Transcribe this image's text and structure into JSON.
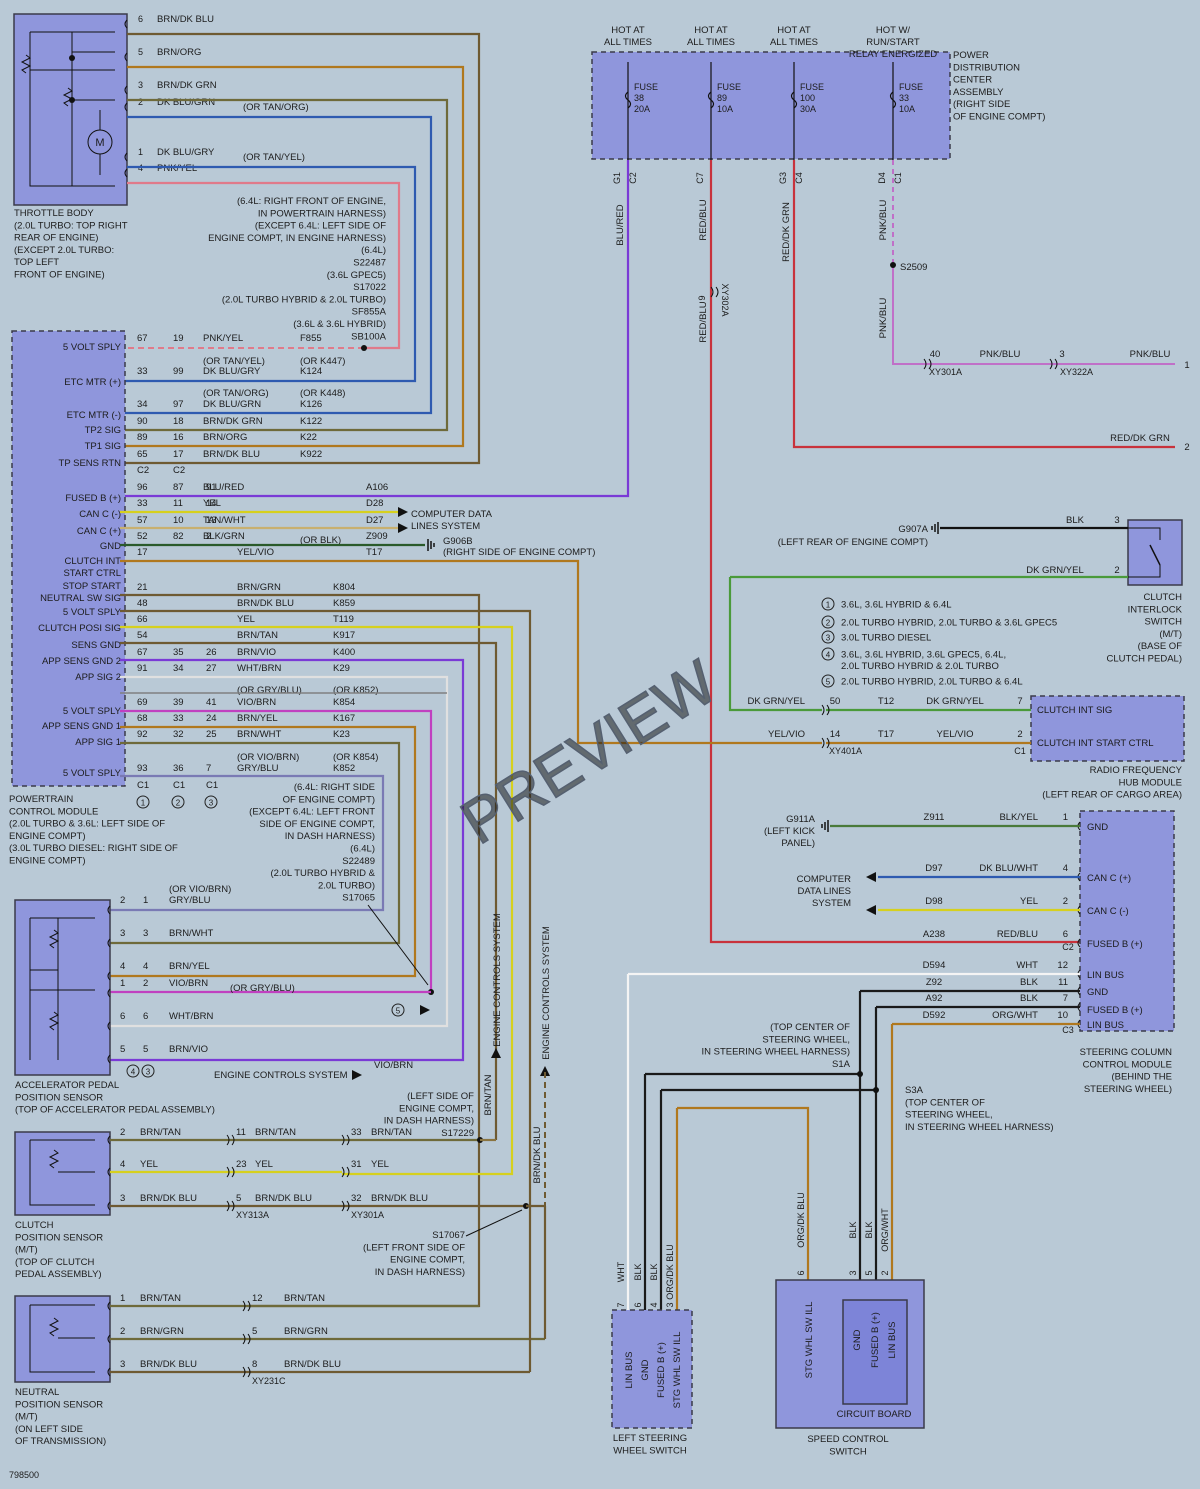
{
  "colors": {
    "background": "#b9c9d6",
    "module_fill": "#8f96dc",
    "wire_brn_blu": "#6e5a32",
    "wire_brn_org": "#b0781e",
    "wire_brn_grn": "#6e6a3a",
    "wire_dk_blu": "#2e5ab0",
    "wire_pnk_yel": "#e07a8a",
    "wire_red": "#c8323c",
    "wire_yel": "#d6d01e",
    "wire_grn": "#4a9a3a",
    "wire_vio": "#7a3ad6",
    "wire_blk": "#1a1a1a",
    "wire_wht": "#f4f4f4",
    "wire_gry": "#808080",
    "wire_pnk_blu": "#c070c8"
  },
  "watermark": "PREVIEW",
  "diagram_id": "798500",
  "pdc": {
    "headers": [
      "HOT AT\nALL TIMES",
      "HOT AT\nALL TIMES",
      "HOT AT\nALL TIMES",
      "HOT W/\nRUN/START\nRELAY ENERGIZED"
    ],
    "label": "POWER\nDISTRIBUTION\nCENTER\nASSEMBLY\n(RIGHT SIDE\nOF ENGINE COMPT)",
    "fuses": [
      "FUSE\n38\n20A",
      "FUSE\n89\n10A",
      "FUSE\n100\n30A",
      "FUSE\n33\n10A"
    ],
    "pins": [
      "G1",
      "C2",
      "C7",
      "G3",
      "C4",
      "D4",
      "C1"
    ],
    "wire_colors": [
      "BLU/RED",
      "RED/BLU",
      "RED/DK GRN",
      "PNK/BLU",
      "PNK/BLU"
    ]
  },
  "throttle_body": {
    "label": "THROTTLE BODY\n(2.0L TURBO: TOP RIGHT\nREAR OF ENGINE)\n(EXCEPT 2.0L TURBO:\nTOP LEFT\nFRONT OF ENGINE)",
    "motor": "M",
    "pins": [
      {
        "pin": "6",
        "color": "BRN/DK BLU",
        "alt": ""
      },
      {
        "pin": "5",
        "color": "BRN/ORG",
        "alt": ""
      },
      {
        "pin": "3",
        "color": "BRN/DK GRN",
        "alt": ""
      },
      {
        "pin": "2",
        "color": "DK BLU/GRN",
        "alt": "(OR TAN/ORG)"
      },
      {
        "pin": "1",
        "color": "DK BLU/GRY",
        "alt": "(OR TAN/YEL)"
      },
      {
        "pin": "4",
        "color": "PNK/YEL",
        "alt": ""
      }
    ]
  },
  "splice_note_1": "(6.4L: RIGHT FRONT OF ENGINE,\nIN POWERTRAIN HARNESS)\n(EXCEPT 6.4L: LEFT SIDE OF\nENGINE COMPT, IN ENGINE HARNESS)\n(6.4L)\nS22487\n(3.6L GPEC5)\nS17022\n(2.0L TURBO HYBRID & 2.0L TURBO)\nSF855A\n(3.6L & 3.6L HYBRID)\nSB100A",
  "pcm": {
    "label": "POWERTRAIN\nCONTROL MODULE\n(2.0L TURBO & 3.6L: LEFT SIDE OF\nENGINE COMPT)\n(3.0L TURBO DIESEL: RIGHT SIDE OF\nENGINE COMPT)",
    "pins": [
      "5 VOLT SPLY",
      "ETC MTR (+)",
      "ETC MTR (-)",
      "TP2 SIG",
      "TP1 SIG",
      "TP SENS RTN",
      "FUSED B (+)",
      "CAN C (-)",
      "CAN C (+)",
      "GND",
      "CLUTCH INT\nSTART CTRL",
      "STOP START\nNEUTRAL SW SIG",
      "5 VOLT SPLY",
      "CLUTCH POSI SIG",
      "SENS GND",
      "APP SENS GND 2",
      "APP SIG 2",
      "5 VOLT SPLY",
      "APP SENS GND 1",
      "APP SIG 1",
      "5 VOLT SPLY"
    ],
    "connector_labels": [
      "C2",
      "C2",
      "C1",
      "C1",
      "C1"
    ],
    "variants": [
      "1",
      "2",
      "3"
    ],
    "rows": [
      [
        "67",
        "19",
        "",
        "PNK/YEL",
        "F855"
      ],
      [
        "",
        "",
        "",
        "(OR TAN/YEL)",
        "(OR K447)"
      ],
      [
        "33",
        "99",
        "",
        "DK BLU/GRY",
        "K124"
      ],
      [
        "",
        "",
        "",
        "(OR TAN/ORG)",
        "(OR K448)"
      ],
      [
        "34",
        "97",
        "",
        "DK BLU/GRN",
        "K126"
      ],
      [
        "90",
        "18",
        "",
        "BRN/DK GRN",
        "K122"
      ],
      [
        "89",
        "16",
        "",
        "BRN/ORG",
        "K22"
      ],
      [
        "65",
        "17",
        "",
        "BRN/DK BLU",
        "K922"
      ],
      [
        "96",
        "87",
        "91",
        "BLU/RED",
        "A106"
      ],
      [
        "33",
        "11",
        "14",
        "YEL",
        "D28"
      ],
      [
        "57",
        "10",
        "13",
        "TAN/WHT",
        "D27"
      ],
      [
        "52",
        "82",
        "2",
        "BLK/GRN",
        "Z909"
      ],
      [
        "17",
        "",
        "",
        "YEL/VIO",
        "T17"
      ],
      [
        "21",
        "",
        "",
        "BRN/GRN",
        "K804"
      ],
      [
        "48",
        "",
        "",
        "BRN/DK BLU",
        "K859"
      ],
      [
        "66",
        "",
        "",
        "YEL",
        "T119"
      ],
      [
        "54",
        "",
        "",
        "BRN/TAN",
        "K917"
      ],
      [
        "67",
        "35",
        "26",
        "BRN/VIO",
        "K400"
      ],
      [
        "91",
        "34",
        "27",
        "WHT/BRN",
        "K29"
      ],
      [
        "",
        "",
        "",
        "(OR GRY/BLU)",
        "(OR K852)"
      ],
      [
        "69",
        "39",
        "41",
        "VIO/BRN",
        "K854"
      ],
      [
        "68",
        "33",
        "24",
        "BRN/YEL",
        "K167"
      ],
      [
        "92",
        "32",
        "25",
        "BRN/WHT",
        "K23"
      ],
      [
        "",
        "",
        "",
        "(OR VIO/BRN)",
        "(OR K854)"
      ],
      [
        "93",
        "36",
        "7",
        "GRY/BLU",
        "K852"
      ]
    ],
    "z909_alt": "(OR BLK)",
    "ground_g906b": "G906B\n(RIGHT SIDE OF ENGINE COMPT)",
    "computer_data": "COMPUTER DATA\nLINES SYSTEM"
  },
  "splice_note_2": "(6.4L: RIGHT SIDE\nOF ENGINE COMPT)\n(EXCEPT 6.4L: LEFT FRONT\nSIDE OF ENGINE COMPT,\nIN DASH HARNESS)\n(6.4L)\nS22489\n(2.0L TURBO HYBRID &\n2.0L TURBO)\nS17065",
  "app_sensor": {
    "label": "ACCELERATOR PEDAL\nPOSITION SENSOR\n(TOP OF ACCELERATOR PEDAL ASSEMBLY)",
    "rows": [
      [
        "2",
        "1",
        "GRY/BLU",
        "(OR VIO/BRN)"
      ],
      [
        "3",
        "3",
        "BRN/WHT",
        ""
      ],
      [
        "4",
        "4",
        "BRN/YEL",
        ""
      ],
      [
        "1",
        "2",
        "VIO/BRN",
        "(OR GRY/BLU)"
      ],
      [
        "6",
        "6",
        "WHT/BRN",
        ""
      ],
      [
        "5",
        "5",
        "BRN/VIO",
        ""
      ]
    ],
    "variants": [
      "4",
      "3"
    ],
    "ecs_label": "ENGINE CONTROLS SYSTEM",
    "vio_brn": "VIO/BRN",
    "variant_5": "5"
  },
  "ecs_vertical_1": "ENGINE CONTROLS SYSTEM",
  "ecs_vertical_2": "ENGINE CONTROLS SYSTEM",
  "vertical_brn_tan": "BRN/TAN",
  "vertical_brn_dk_blu": "BRN/DK BLU",
  "clutch_sensor": {
    "label": "CLUTCH\nPOSITION SENSOR\n(M/T)\n(TOP OF CLUTCH\nPEDAL ASSEMBLY)",
    "rows": [
      [
        "2",
        "BRN/TAN",
        "11",
        "BRN/TAN",
        "33",
        "BRN/TAN"
      ],
      [
        "4",
        "YEL",
        "23",
        "YEL",
        "31",
        "YEL"
      ],
      [
        "3",
        "BRN/DK BLU",
        "5",
        "BRN/DK BLU",
        "32",
        "BRN/DK BLU"
      ]
    ],
    "connectors": [
      "XY313A",
      "XY301A"
    ]
  },
  "splice_s17229": "(LEFT SIDE OF\nENGINE COMPT,\nIN DASH HARNESS)\nS17229",
  "splice_s17067": "S17067\n(LEFT FRONT SIDE OF\nENGINE COMPT,\nIN DASH HARNESS)",
  "neutral_sensor": {
    "label": "NEUTRAL\nPOSITION SENSOR\n(M/T)\n(ON LEFT SIDE\nOF TRANSMISSION)",
    "rows": [
      [
        "1",
        "BRN/TAN",
        "12",
        "BRN/TAN"
      ],
      [
        "2",
        "BRN/GRN",
        "5",
        "BRN/GRN"
      ],
      [
        "3",
        "BRN/DK BLU",
        "8",
        "BRN/DK BLU"
      ]
    ],
    "connector": "XY231C"
  },
  "right_side": {
    "red_blu_pins": [
      "9",
      "RED/BLU",
      "XY302A"
    ],
    "s2509": "S2509",
    "pnk_blu_row": [
      "40",
      "PNK/BLU",
      "XY301A",
      "3",
      "XY322A",
      "PNK/BLU",
      "1"
    ],
    "red_dk_grn_row": [
      "RED/DK GRN",
      "2"
    ]
  },
  "clutch_interlock": {
    "label": "CLUTCH\nINTERLOCK\nSWITCH\n(M/T)\n(BASE OF\nCLUTCH PEDAL)",
    "ground": "G907A",
    "ground_loc": "(LEFT REAR OF ENGINE COMPT)",
    "rows": [
      [
        "BLK",
        "3"
      ],
      [
        "DK GRN/YEL",
        "2"
      ]
    ]
  },
  "legend": [
    [
      "1",
      "3.6L, 3.6L HYBRID & 6.4L"
    ],
    [
      "2",
      "2.0L TURBO HYBRID, 2.0L TURBO & 3.6L GPEC5"
    ],
    [
      "3",
      "3.0L TURBO DIESEL"
    ],
    [
      "4",
      "3.6L, 3.6L HYBRID, 3.6L GPEC5, 6.4L,\n2.0L TURBO HYBRID & 2.0L TURBO"
    ],
    [
      "5",
      "2.0L TURBO HYBRID, 2.0L TURBO & 6.4L"
    ]
  ],
  "rfhm": {
    "label": "RADIO FREQUENCY\nHUB MODULE\n(LEFT REAR OF CARGO AREA)",
    "pins": [
      "CLUTCH INT SIG",
      "CLUTCH INT START CTRL"
    ],
    "rows": [
      [
        "DK GRN/YEL",
        "50",
        "T12",
        "DK GRN/YEL",
        "7"
      ],
      [
        "YEL/VIO",
        "14",
        "T17",
        "YEL/VIO",
        "2"
      ]
    ],
    "connectors": [
      "XY401A",
      "C1"
    ]
  },
  "sccm": {
    "label": "STEERING COLUMN\nCONTROL MODULE\n(BEHIND THE\nSTEERING WHEEL)",
    "pins": [
      "GND",
      "CAN C (+)",
      "CAN C (-)",
      "FUSED B (+)",
      "LIN BUS",
      "GND",
      "FUSED B (+)",
      "LIN BUS"
    ],
    "connectors": [
      "C2",
      "C3"
    ],
    "rows": [
      [
        "Z911",
        "BLK/YEL",
        "1"
      ],
      [
        "D97",
        "DK BLU/WHT",
        "4"
      ],
      [
        "D98",
        "YEL",
        "2"
      ],
      [
        "A238",
        "RED/BLU",
        "6"
      ],
      [
        "D594",
        "WHT",
        "12"
      ],
      [
        "Z92",
        "BLK",
        "11"
      ],
      [
        "A92",
        "BLK",
        "7"
      ],
      [
        "D592",
        "ORG/WHT",
        "10"
      ]
    ],
    "ground": "G911A\n(LEFT KICK\nPANEL)",
    "computer_data": "COMPUTER\nDATA LINES\nSYSTEM"
  },
  "splice_s1a": "(TOP CENTER OF\nSTEERING WHEEL,\nIN STEERING WHEEL HARNESS)\nS1A",
  "splice_s3a": "S3A\n(TOP CENTER OF\nSTEERING WHEEL,\nIN STEERING WHEEL HARNESS)",
  "lsws": {
    "label": "LEFT STEERING\nWHEEL SWITCH",
    "pins": [
      "LIN BUS",
      "GND",
      "FUSED B (+)",
      "STG WHL SW ILL"
    ],
    "wire_pins": [
      "7",
      "6",
      "4",
      "3"
    ],
    "wire_colors": [
      "WHT",
      "BLK",
      "BLK",
      "ORG/DK BLU"
    ]
  },
  "scs": {
    "label": "SPEED CONTROL\nSWITCH",
    "inner": "CIRCUIT BOARD",
    "pins": [
      "STG WHL SW ILL",
      "GND",
      "FUSED B (+)",
      "LIN BUS"
    ],
    "wire_pins": [
      "6",
      "3",
      "5",
      "2"
    ],
    "wire_colors": [
      "ORG/DK BLU",
      "BLK",
      "BLK",
      "ORG/WHT"
    ]
  }
}
